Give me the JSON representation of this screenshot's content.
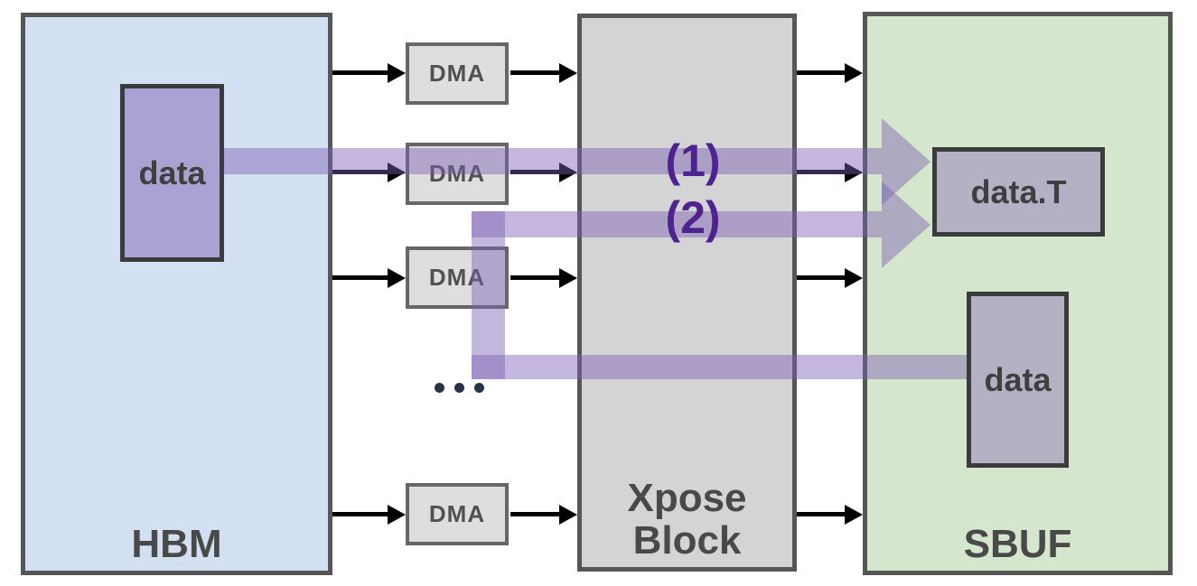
{
  "blocks": {
    "hbm": {
      "label": "HBM"
    },
    "xpose": {
      "label_lines": [
        "Xpose",
        "Block"
      ]
    },
    "sbuf": {
      "label": "SBUF"
    }
  },
  "data_items": {
    "hbm_data": {
      "label": "data"
    },
    "sbuf_data_t": {
      "label": "data.T"
    },
    "sbuf_data": {
      "label": "data"
    }
  },
  "dma_units": [
    {
      "label": "DMA"
    },
    {
      "label": "DMA"
    },
    {
      "label": "DMA"
    },
    {
      "label": "DMA"
    }
  ],
  "flow_paths": [
    {
      "label": "(1)",
      "route": "HBM data through DMA and Xpose Block into SBUF as data.T"
    },
    {
      "label": "(2)",
      "route": "SBUF data back through DMA and Xpose Block into SBUF as data.T"
    }
  ],
  "palette": {
    "hbm_fill": "#d2e0f1",
    "dma_fill": "#dedede",
    "dma_border": "#666666",
    "xpose_fill": "#d4d4d4",
    "sbuf_fill": "#d4e6cb",
    "block_border": "#565656",
    "inner_box_border": "#3b3b3b",
    "purple_data_fill": "#aba2d4",
    "gray_data_fill": "#b3b1c3",
    "path_purple": "rgba(124,95,179,0.45)",
    "path_label_color": "#4e2390",
    "arrow_color": "#000000",
    "big_label_color": "#494949",
    "dma_label_color": "#515151",
    "data_label_color": "#3f3f3f",
    "dots_color": "#273349"
  }
}
